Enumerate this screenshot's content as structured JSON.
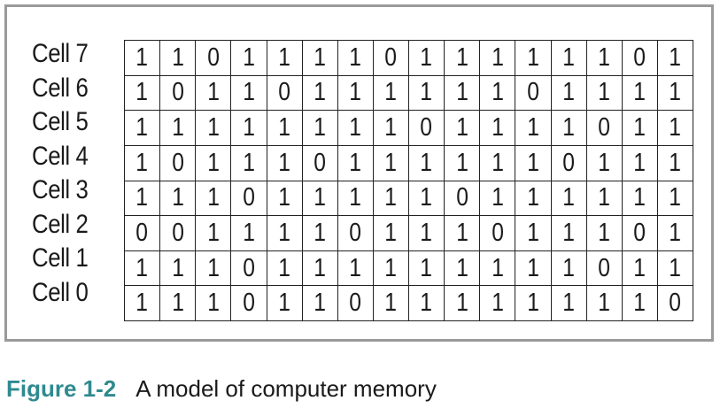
{
  "cells": [
    {
      "label": "Cell 7",
      "bits": [
        "1",
        "1",
        "0",
        "1",
        "1",
        "1",
        "1",
        "0",
        "1",
        "1",
        "1",
        "1",
        "1",
        "1",
        "0",
        "1"
      ]
    },
    {
      "label": "Cell 6",
      "bits": [
        "1",
        "0",
        "1",
        "1",
        "0",
        "1",
        "1",
        "1",
        "1",
        "1",
        "1",
        "0",
        "1",
        "1",
        "1",
        "1"
      ]
    },
    {
      "label": "Cell 5",
      "bits": [
        "1",
        "1",
        "1",
        "1",
        "1",
        "1",
        "1",
        "1",
        "0",
        "1",
        "1",
        "1",
        "1",
        "0",
        "1",
        "1"
      ]
    },
    {
      "label": "Cell 4",
      "bits": [
        "1",
        "0",
        "1",
        "1",
        "1",
        "0",
        "1",
        "1",
        "1",
        "1",
        "1",
        "1",
        "0",
        "1",
        "1",
        "1"
      ]
    },
    {
      "label": "Cell 3",
      "bits": [
        "1",
        "1",
        "1",
        "0",
        "1",
        "1",
        "1",
        "1",
        "1",
        "0",
        "1",
        "1",
        "1",
        "1",
        "1",
        "1"
      ]
    },
    {
      "label": "Cell 2",
      "bits": [
        "0",
        "0",
        "1",
        "1",
        "1",
        "1",
        "0",
        "1",
        "1",
        "1",
        "0",
        "1",
        "1",
        "1",
        "0",
        "1"
      ]
    },
    {
      "label": "Cell 1",
      "bits": [
        "1",
        "1",
        "1",
        "0",
        "1",
        "1",
        "1",
        "1",
        "1",
        "1",
        "1",
        "1",
        "1",
        "0",
        "1",
        "1"
      ]
    },
    {
      "label": "Cell 0",
      "bits": [
        "1",
        "1",
        "1",
        "0",
        "1",
        "1",
        "0",
        "1",
        "1",
        "1",
        "1",
        "1",
        "1",
        "1",
        "1",
        "0"
      ]
    }
  ],
  "caption": {
    "number": "Figure 1-2",
    "title": "A model of computer memory"
  },
  "colors": {
    "figure_number": "#2e8a8f",
    "frame_border": "#9a9a9a"
  }
}
